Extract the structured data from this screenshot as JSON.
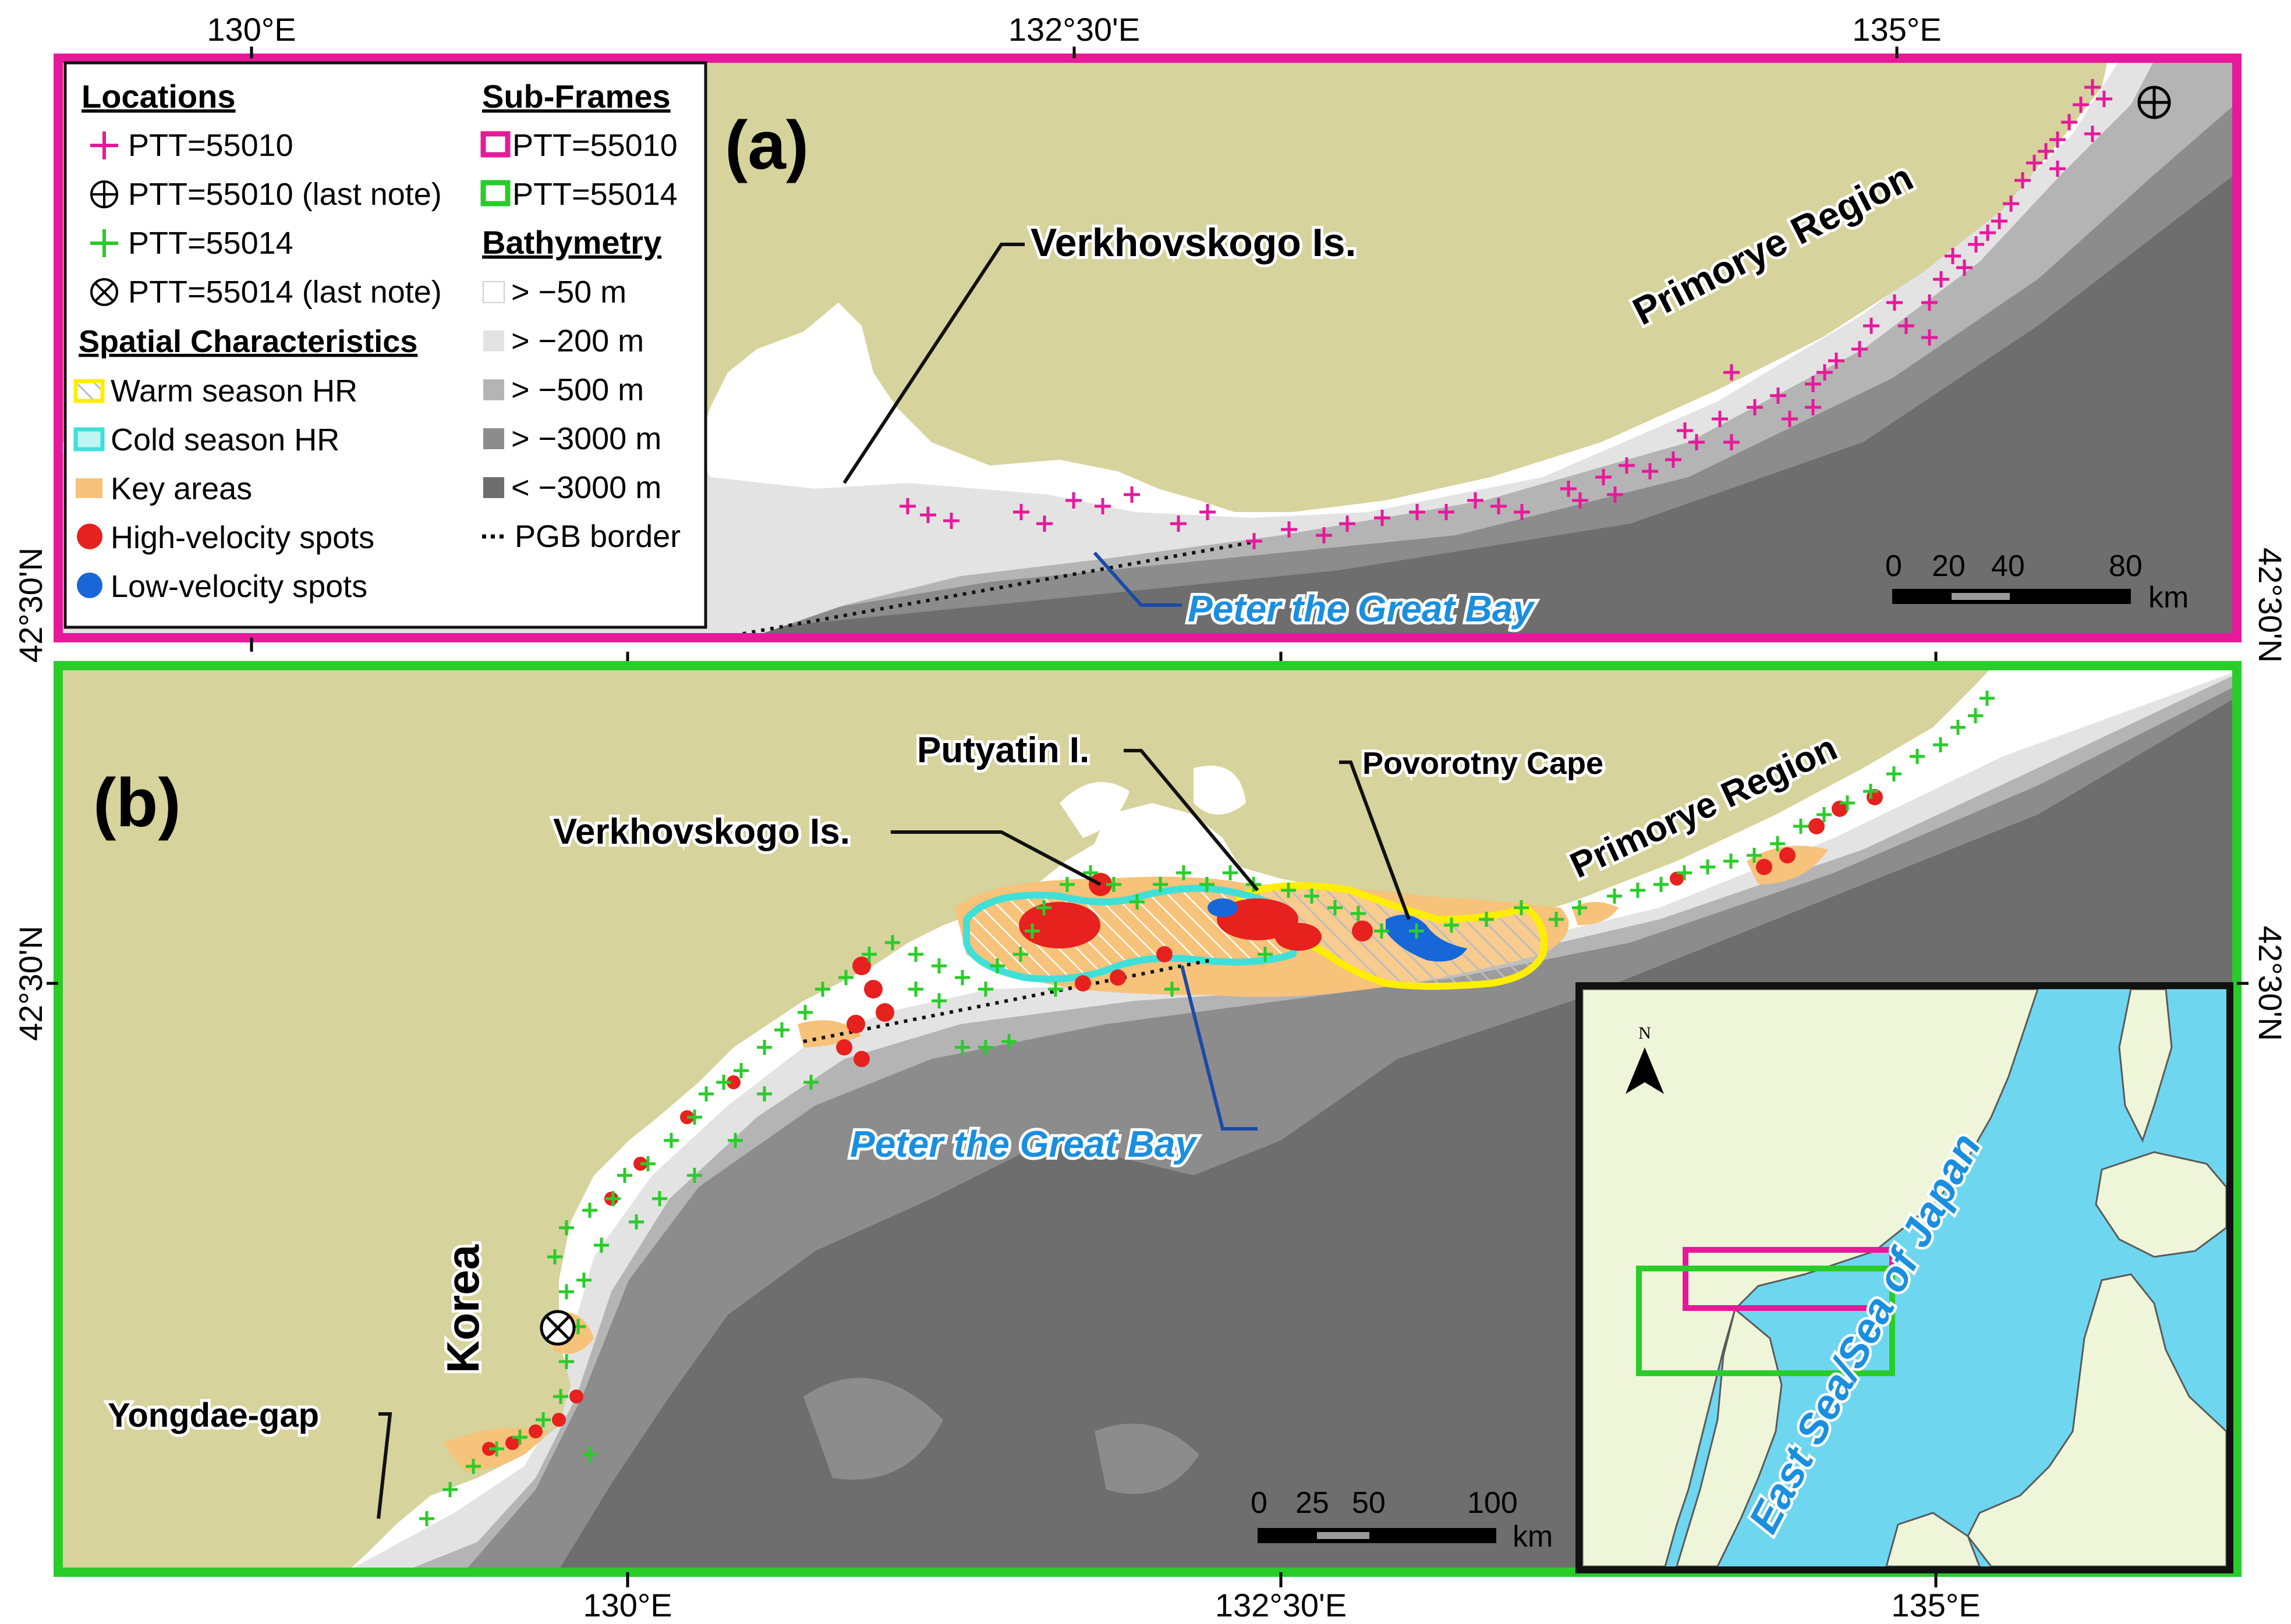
{
  "panel_a": {
    "label": "(a)",
    "tick_top": [
      "130°E",
      "132°30'E",
      "135°E"
    ],
    "tick_lat_left": "42°30'N",
    "tick_lat_right": "42°30'N",
    "place_region": "Primorye Region",
    "place_island": "Verkhovskogo Is.",
    "place_bay": "Peter the Great Bay",
    "scale_ticks": [
      "0",
      "20",
      "40",
      "80"
    ],
    "scale_unit": "km"
  },
  "legend": {
    "locations_title": "Locations",
    "loc_1": "PTT=55010",
    "loc_2": "PTT=55010 (last note)",
    "loc_3": "PTT=55014",
    "loc_4": "PTT=55014 (last note)",
    "spatial_title": "Spatial Characteristics",
    "sp_1": "Warm season HR",
    "sp_2": "Cold season HR",
    "sp_3": "Key areas",
    "sp_4": "High-velocity spots",
    "sp_5": "Low-velocity spots",
    "subframes_title": "Sub-Frames",
    "sf_1": "PTT=55010",
    "sf_2": "PTT=55014",
    "bathy_title": "Bathymetry",
    "b_1": "> −50 m",
    "b_2": "> −200 m",
    "b_3": "> −500 m",
    "b_4": "> −3000 m",
    "b_5": "< −3000 m",
    "pgb": "PGB border"
  },
  "panel_b": {
    "label": "(b)",
    "tick_bottom": [
      "130°E",
      "132°30'E",
      "135°E"
    ],
    "tick_lat_left": "42°30'N",
    "tick_lat_right": "42°30'N",
    "place_putyatin": "Putyatin I.",
    "place_povorotny": "Povorotny Cape",
    "place_island": "Verkhovskogo Is.",
    "place_region": "Primorye Region",
    "place_bay": "Peter the Great Bay",
    "place_korea": "Korea",
    "place_gap": "Yongdae-gap",
    "scale_ticks": [
      "0",
      "25",
      "50",
      "100"
    ],
    "scale_unit": "km"
  },
  "inset": {
    "north": "N",
    "sea": "East Sea/Sea of Japan"
  },
  "colors": {
    "frame_a": "#e6199b",
    "frame_b": "#29cc29",
    "land": "#d6d39c",
    "shallow": "#ffffff",
    "shelf": "#e3e3e3",
    "slope": "#b4b4b4",
    "deep": "#8c8c8c",
    "abyss": "#6e6e6e",
    "high_velocity": "#e6211e",
    "low_velocity": "#1767d8",
    "warm_hr": "#ffee00",
    "cold_hr": "#3fe0d8",
    "key_area": "#f7c27a",
    "inset_sea": "#6fd6f0",
    "inset_land": "#eef5d8"
  }
}
